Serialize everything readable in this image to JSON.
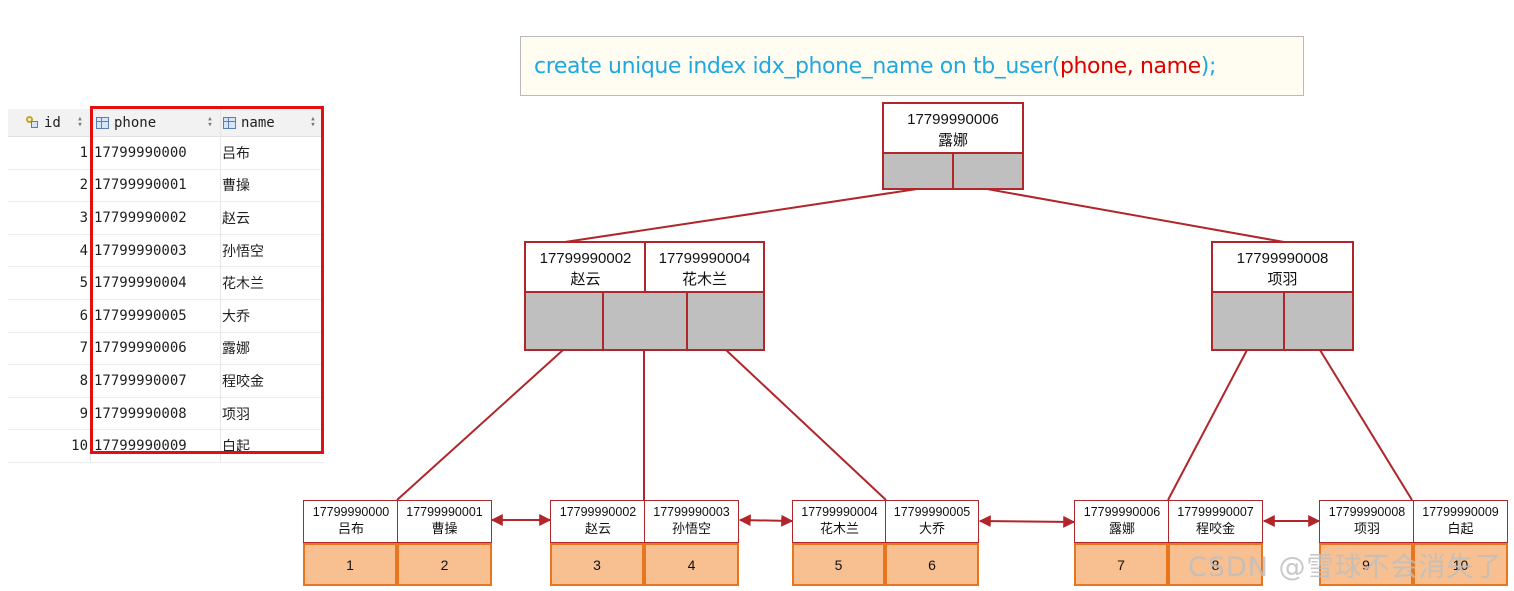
{
  "sql": {
    "prefix": "create unique index idx_phone_name on tb_user(",
    "columns": "phone, name",
    "suffix": ");"
  },
  "table": {
    "headers": [
      "id",
      "phone",
      "name"
    ],
    "rows": [
      {
        "id": "1",
        "phone": "17799990000",
        "name": "吕布"
      },
      {
        "id": "2",
        "phone": "17799990001",
        "name": "曹操"
      },
      {
        "id": "3",
        "phone": "17799990002",
        "name": "赵云"
      },
      {
        "id": "4",
        "phone": "17799990003",
        "name": "孙悟空"
      },
      {
        "id": "5",
        "phone": "17799990004",
        "name": "花木兰"
      },
      {
        "id": "6",
        "phone": "17799990005",
        "name": "大乔"
      },
      {
        "id": "7",
        "phone": "17799990006",
        "name": "露娜"
      },
      {
        "id": "8",
        "phone": "17799990007",
        "name": "程咬金"
      },
      {
        "id": "9",
        "phone": "17799990008",
        "name": "项羽"
      },
      {
        "id": "10",
        "phone": "17799990009",
        "name": "白起"
      }
    ]
  },
  "tree": {
    "root": {
      "keys": [
        {
          "phone": "17799990006",
          "name": "露娜"
        }
      ]
    },
    "internal_left": {
      "keys": [
        {
          "phone": "17799990002",
          "name": "赵云"
        },
        {
          "phone": "17799990004",
          "name": "花木兰"
        }
      ]
    },
    "internal_right": {
      "keys": [
        {
          "phone": "17799990008",
          "name": "项羽"
        }
      ]
    },
    "leaves": [
      {
        "keys": [
          {
            "phone": "17799990000",
            "name": "吕布"
          },
          {
            "phone": "17799990001",
            "name": "曹操"
          }
        ],
        "data": [
          "1",
          "2"
        ]
      },
      {
        "keys": [
          {
            "phone": "17799990002",
            "name": "赵云"
          },
          {
            "phone": "17799990003",
            "name": "孙悟空"
          }
        ],
        "data": [
          "3",
          "4"
        ]
      },
      {
        "keys": [
          {
            "phone": "17799990004",
            "name": "花木兰"
          },
          {
            "phone": "17799990005",
            "name": "大乔"
          }
        ],
        "data": [
          "5",
          "6"
        ]
      },
      {
        "keys": [
          {
            "phone": "17799990006",
            "name": "露娜"
          },
          {
            "phone": "17799990007",
            "name": "程咬金"
          }
        ],
        "data": [
          "7",
          "8"
        ]
      },
      {
        "keys": [
          {
            "phone": "17799990008",
            "name": "项羽"
          },
          {
            "phone": "17799990009",
            "name": "白起"
          }
        ],
        "data": [
          "9",
          "10"
        ]
      }
    ]
  },
  "watermark": "CSDN @雪球不会消失了",
  "colors": {
    "sql_text": "#1fa7e0",
    "sql_highlight": "#e00000",
    "node_border": "#b0262a",
    "pointer_fill": "#bfbfbf",
    "data_fill": "#f8c090",
    "data_border": "#e8761f",
    "selection": "#e01010"
  }
}
